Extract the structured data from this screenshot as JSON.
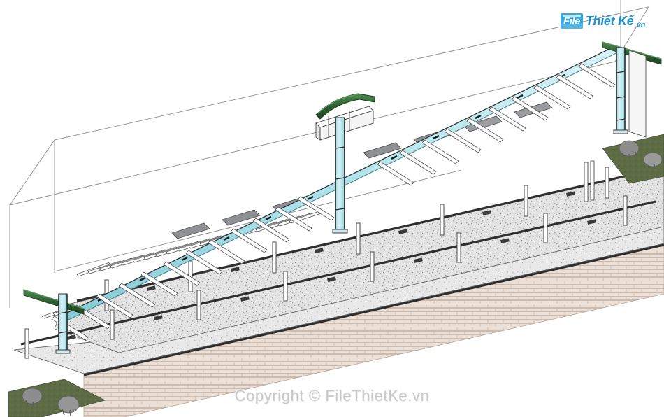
{
  "render": {
    "title": "Isometric 3D architectural render of covered walkway canopy",
    "view_type": "axonometric",
    "background_color": "#ffffff"
  },
  "watermark": {
    "logo": {
      "badge_text": "File",
      "word_text": "Thiết Kế",
      "tld_text": ".vn",
      "badge_color": "#35a8e0",
      "word_color": "#1f8fd0"
    },
    "copyright_text": "Copyright © FileThietKe.vn",
    "copyright_color": "#c9c9c9"
  },
  "palette": {
    "outline": "#4a4a4a",
    "guide_line": "#8d8d8d",
    "concrete_fill": "#e2e2e2",
    "concrete_speckle": "#a9a9a9",
    "concrete_edge": "#2e2e2e",
    "brick_fill": "#e9ded5",
    "brick_line": "#c9b9ac",
    "steel_cyan": "#bfe9ef",
    "steel_cyan_dark": "#7fc8d4",
    "beam_green": "#2f5d32",
    "beam_green_light": "#46804a",
    "rail_dark": "#3a3a3a",
    "grass": "#5d6b44",
    "rock": "#8e8e8e",
    "rock_dark": "#6d6d6d",
    "panel_gray": "#8f9194"
  },
  "scene_elements": {
    "structure_name": "Covered walkway canopy with steel truss roof",
    "components": [
      {
        "name": "roof-wireframe-plane",
        "description": "Large thin-outline wireframe box bounding the roof volume"
      },
      {
        "name": "rafter-array",
        "description": "Repeating outlined steel rafter bars radiating from central spine",
        "count": 46
      },
      {
        "name": "spine-beam",
        "description": "Pale cyan central spine beam running the length of the canopy"
      },
      {
        "name": "column-left",
        "description": "Cyan I-section steel column at left end with dark green cross beam"
      },
      {
        "name": "column-center",
        "description": "Cyan I-section steel column at center with green arched canopy head"
      },
      {
        "name": "column-right",
        "description": "Cyan I-section steel column at right end with dark green cross beam"
      },
      {
        "name": "green-arch-beam",
        "description": "Dark green curved arch beam over the center column head"
      },
      {
        "name": "concrete-platform-upper",
        "description": "Speckled light gray concrete platform deck"
      },
      {
        "name": "concrete-platform-lower",
        "description": "Second speckled concrete platform level below"
      },
      {
        "name": "handrail-upper",
        "description": "Dark horizontal handrail with vertical posts on upper deck"
      },
      {
        "name": "handrail-lower",
        "description": "Dark horizontal handrail with vertical posts on lower deck"
      },
      {
        "name": "brick-retaining-wall",
        "description": "Beige running-bond brick masonry retaining wall"
      },
      {
        "name": "landscape-strip-right",
        "description": "Dark olive green planting strip with gray boulders, right side"
      },
      {
        "name": "landscape-strip-left",
        "description": "Dark olive green planting strip with gray boulders, bottom left"
      },
      {
        "name": "gray-roof-panels",
        "description": "Gray infill panels between rafters near the center bay"
      }
    ]
  }
}
